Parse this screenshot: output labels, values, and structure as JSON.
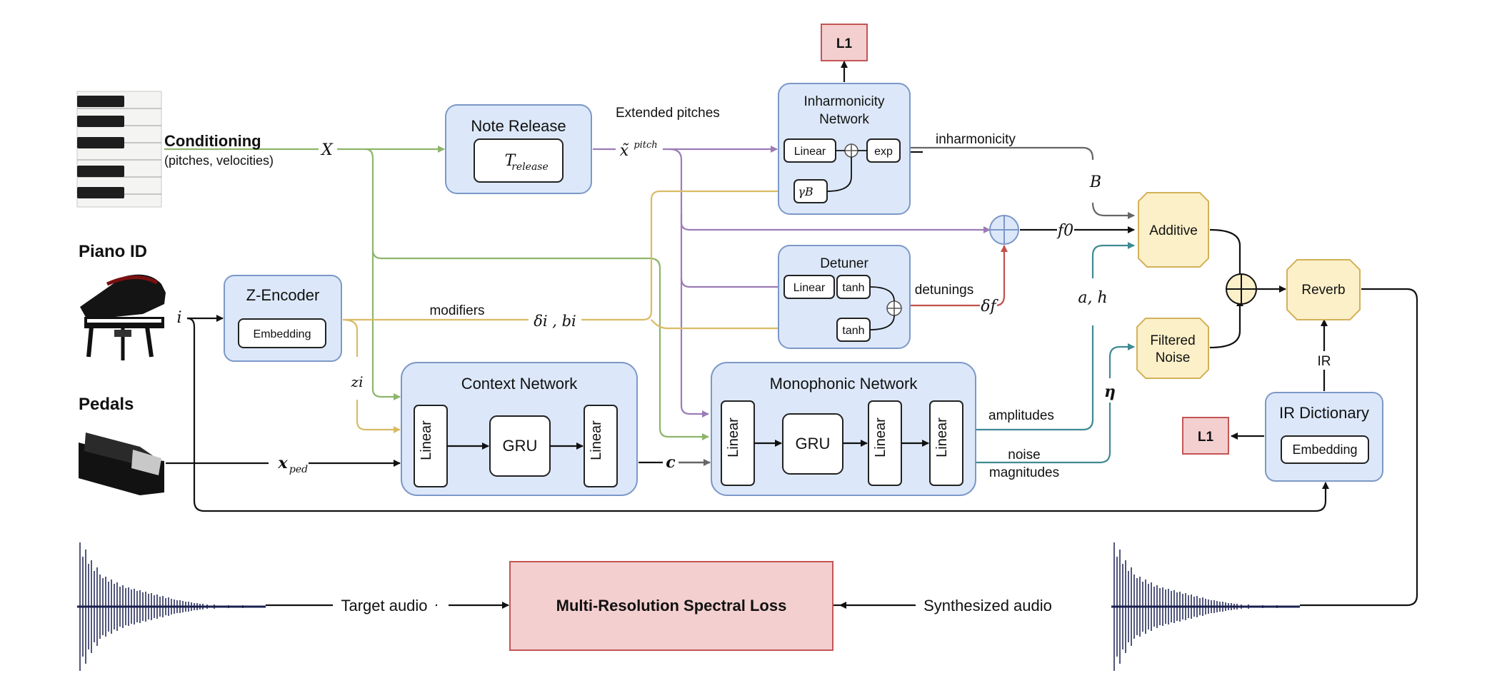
{
  "inputs": {
    "conditioning": "Conditioning",
    "conditioning_sub": "(pitches, velocities)",
    "piano_id": "Piano ID",
    "pedals": "Pedals"
  },
  "symbols": {
    "X": "X",
    "i": "i",
    "x_pitch": "x̃",
    "x_pitch_sup": "pitch",
    "delta_b": "δi , bi",
    "z_i": "zi",
    "x_ped": "x",
    "x_ped_sub": "ped",
    "c": "c",
    "B": "B",
    "f0": "f0",
    "a_h": "a, h",
    "eta": "η",
    "delta_f": "δf",
    "gamma_b": "γB",
    "t_release": "T",
    "t_release_sub": "release"
  },
  "blocks": {
    "note_release": "Note Release",
    "z_encoder": "Z-Encoder",
    "embedding": "Embedding",
    "inharmonicity_line1": "Inharmonicity",
    "inharmonicity_line2": "Network",
    "detuner": "Detuner",
    "context_network": "Context Network",
    "monophonic_network": "Monophonic Network",
    "linear": "Linear",
    "gru": "GRU",
    "tanh": "tanh",
    "exp": "exp",
    "additive": "Additive",
    "filtered_noise_line1": "Filtered",
    "filtered_noise_line2": "Noise",
    "reverb": "Reverb",
    "ir_dictionary": "IR Dictionary",
    "ir_embedding": "Embedding",
    "l1": "L1",
    "loss": "Multi-Resolution Spectral Loss"
  },
  "labels": {
    "extended_pitches": "Extended pitches",
    "inharmonicity": "inharmonicity",
    "detunings": "detunings",
    "modifiers": "modifiers",
    "amplitudes": "amplitudes",
    "noise_line1": "noise",
    "noise_line2": "magnitudes",
    "ir": "IR",
    "target_audio": "Target audio",
    "synthesized_audio": "Synthesized audio"
  },
  "colors": {
    "block_fill": "#dce8f9",
    "block_stroke": "#7c98c8",
    "synth_fill": "#fcf0c9",
    "loss_fill": "#f3cfcf",
    "green_wire": "#8db56b",
    "purple_wire": "#9b7cb6",
    "yellow_wire": "#d9bb66",
    "red_wire": "#c0504d",
    "teal_wire": "#3f8a94",
    "waveform": "#1b2150"
  }
}
